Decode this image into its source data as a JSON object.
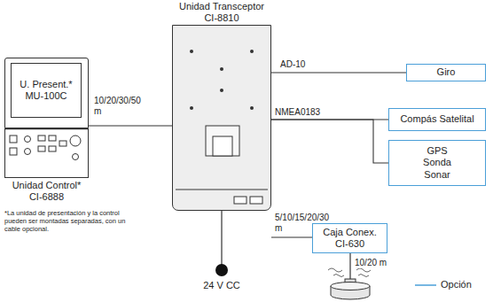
{
  "diagram": {
    "nodes": [
      {
        "text": [
          "Unidad Transceptor CI-8810"
        ]
      },
      {
        "text": [
          "U. Present.* MU-100C"
        ]
      },
      {
        "text": [
          "Unidad Control* CI-6888"
        ]
      },
      {
        "text": [
          "Giro"
        ]
      },
      {
        "text": [
          "Compás Satelital"
        ]
      },
      {
        "text": [
          "GPS Sonda Sonar"
        ]
      },
      {
        "text": [
          "Caja Conex. CI-630"
        ]
      }
    ],
    "edges": [
      {
        "from": 1,
        "to": 0,
        "label": "10/20/30/50 m",
        "arrow": "none"
      },
      {
        "from": 0,
        "to": 3,
        "label": "AD-10",
        "arrow": "none"
      },
      {
        "from": 0,
        "to": 4,
        "label": "NMEA0183",
        "arrow": "none"
      },
      {
        "from": 0,
        "to": 5,
        "arrow": "none"
      },
      {
        "from": 0,
        "to": 6,
        "label": "5/10/15/20/30 m",
        "arrow": "none"
      }
    ],
    "labels": [
      "*La unidad de presentación y la control pueden ser montadas separadas, con un cable opcional.",
      "24 V CC",
      "10/20 m"
    ],
    "legend": [
      {
        "text": "Opción"
      }
    ]
  }
}
